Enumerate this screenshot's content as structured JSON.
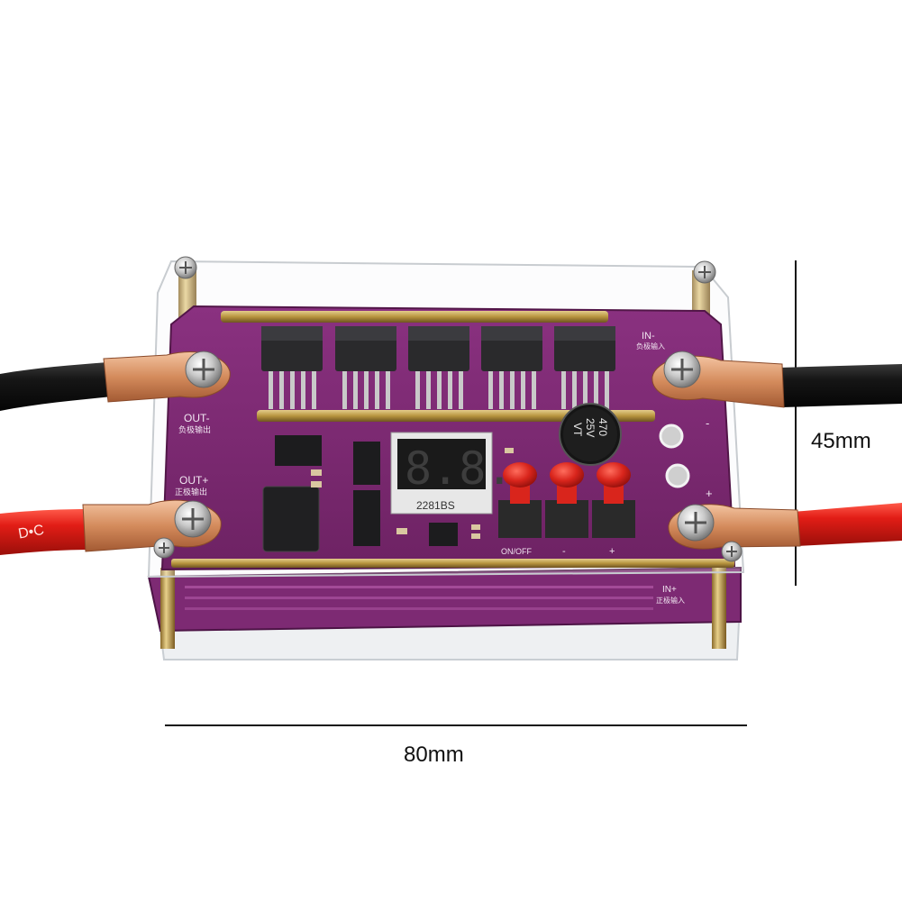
{
  "dimensions": {
    "width_label": "80mm",
    "height_label": "45mm"
  },
  "board": {
    "out_minus": "OUT-",
    "out_minus_cn": "负极输出",
    "out_plus": "OUT+",
    "out_plus_cn": "正极输出",
    "in_minus": "IN-",
    "in_minus_cn": "负极输入",
    "in_plus": "IN+",
    "in_plus_cn": "正极输入",
    "display_digits": "8.8.",
    "display_part": "2281BS",
    "onoff": "ON/OFF",
    "minus_sign": "-",
    "plus_sign": "+",
    "cap_value": "470",
    "cap_voltage": "25V",
    "cap_series": "VT"
  },
  "colors": {
    "pcb": "#7d2a73",
    "copper": "#d8956a",
    "red_wire": "#e0201a",
    "black_wire": "#141414",
    "button_red": "#d9251c"
  }
}
